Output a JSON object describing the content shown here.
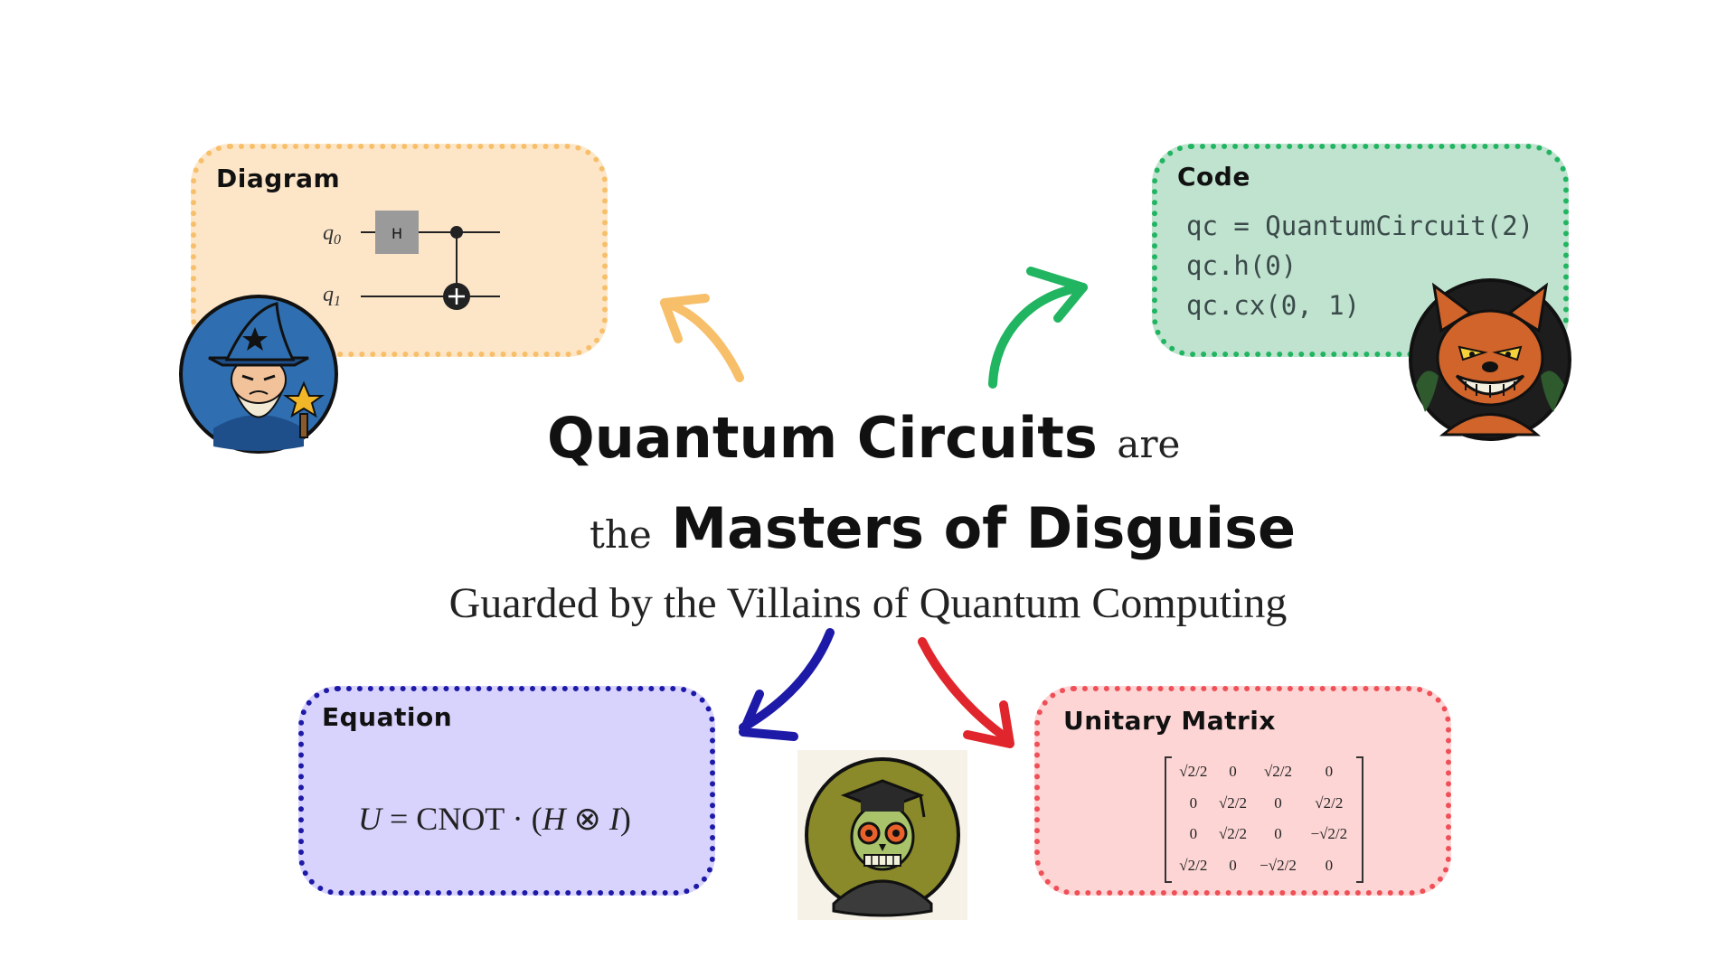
{
  "diagram_card": {
    "title": "Diagram",
    "qubit_0": "q",
    "qubit_0_sub": "0",
    "qubit_1": "q",
    "qubit_1_sub": "1",
    "gate_h": "H"
  },
  "code_card": {
    "title": "Code",
    "lines": [
      "qc = QuantumCircuit(2)",
      "qc.h(0)",
      "qc.cx(0, 1)"
    ]
  },
  "equation_card": {
    "title": "Equation",
    "u": "U",
    "eq": " = CNOT · (",
    "h": "H",
    "otimes": " ⊗ ",
    "i": "I",
    "close": ")"
  },
  "matrix_card": {
    "title": "Unitary Matrix",
    "rows": [
      [
        "√2/2",
        "0",
        "√2/2",
        "0"
      ],
      [
        "0",
        "√2/2",
        "0",
        "√2/2"
      ],
      [
        "0",
        "√2/2",
        "0",
        "−√2/2"
      ],
      [
        "√2/2",
        "0",
        "−√2/2",
        "0"
      ]
    ]
  },
  "headline": {
    "part1_bold": "Quantum Circuits",
    "part1_light": "are",
    "part2_light": "the",
    "part2_bold": "Masters of Disguise",
    "subtitle": "Guarded by the Villains of Quantum Computing"
  },
  "colors": {
    "diagram_accent": "#f7bf69",
    "code_accent": "#21b561",
    "equation_accent": "#1e1aa8",
    "matrix_accent": "#ef4f57"
  },
  "icons": [
    "wizard-avatar-icon",
    "devil-avatar-icon",
    "skeleton-avatar-icon"
  ]
}
